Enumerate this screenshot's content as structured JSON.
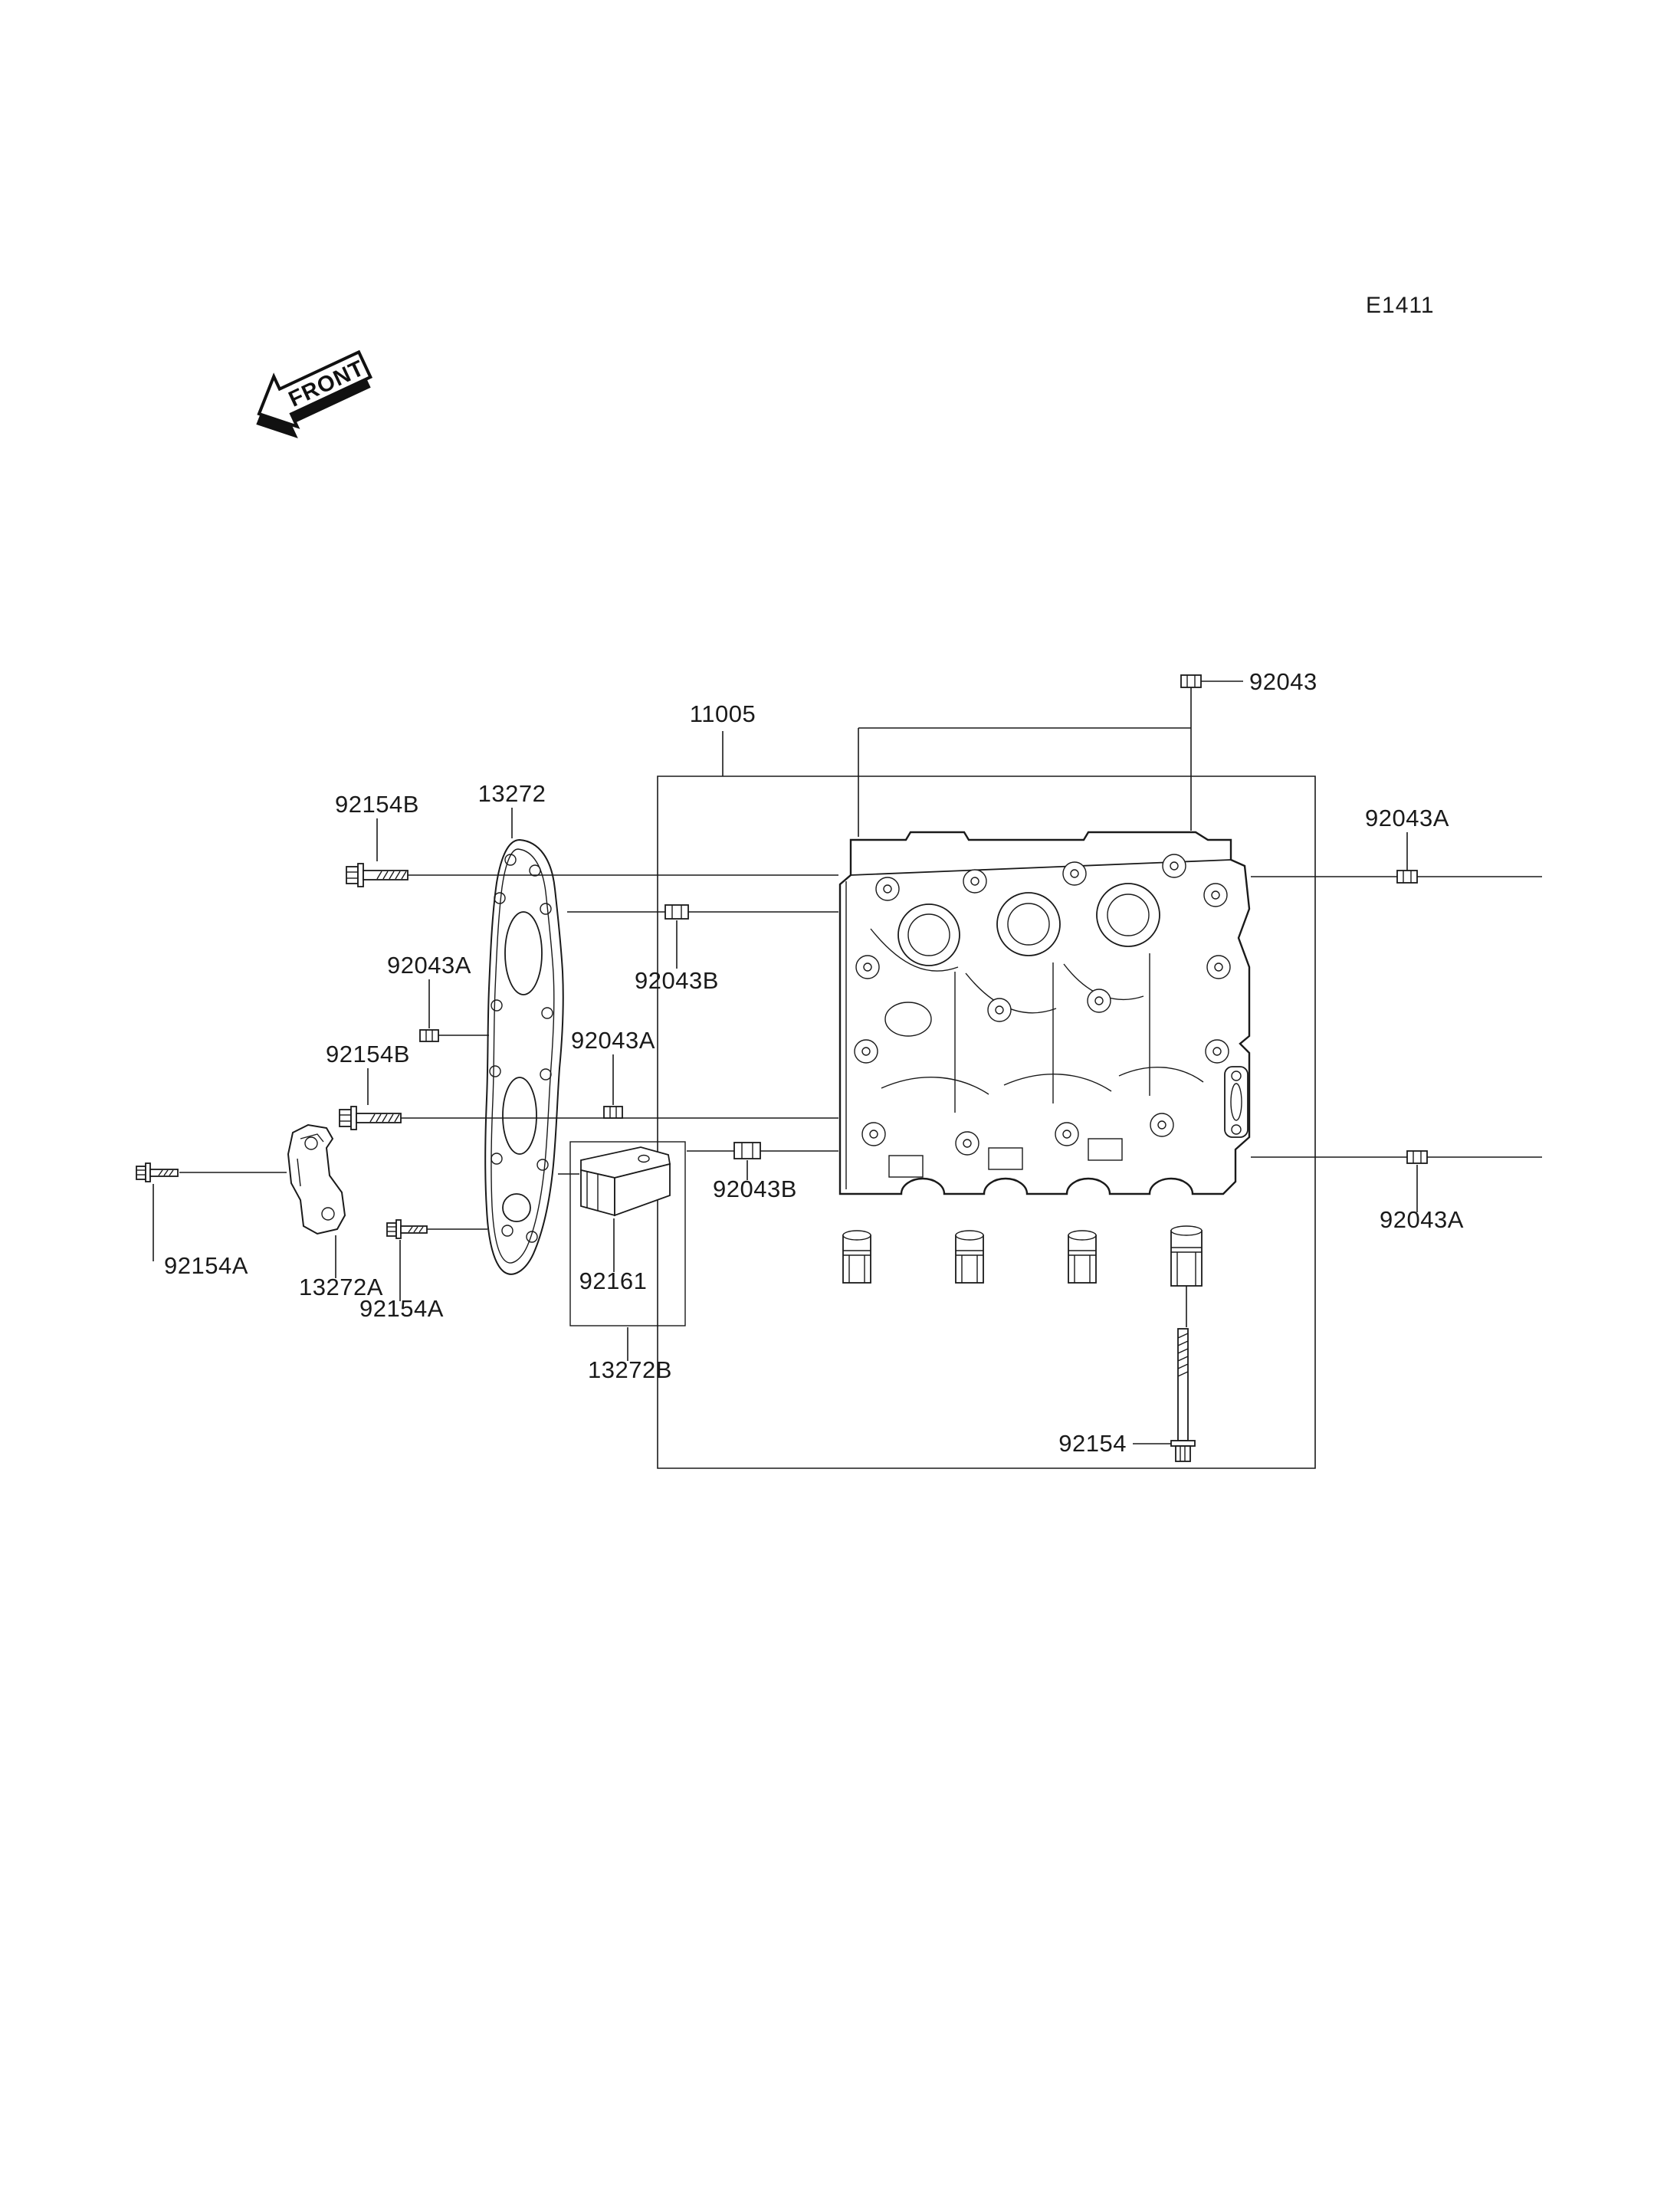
{
  "diagram": {
    "code": "E1411",
    "front_label": "FRONT",
    "part_labels": [
      "92043",
      "11005",
      "13272",
      "92154B",
      "92043A",
      "92043B",
      "92043A",
      "92154B",
      "92043A",
      "92043B",
      "92154A",
      "13272A",
      "92154A",
      "92161",
      "13272B",
      "92043A",
      "92154"
    ]
  },
  "colors": {
    "ink": "#1a1a1a",
    "paper": "#ffffff"
  }
}
